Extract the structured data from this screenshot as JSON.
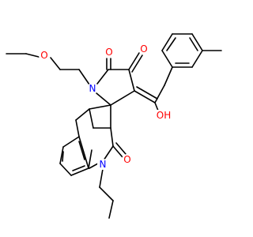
{
  "colors": {
    "bond": "#000000",
    "carbon": "#000000",
    "oxygen": "#ff0000",
    "nitrogen": "#0000ff",
    "background": "#ffffff"
  },
  "atoms": [
    {
      "id": "O_methoxy",
      "label": "O",
      "element": "oxygen",
      "name": "methoxy-oxygen-atom"
    },
    {
      "id": "O_c1",
      "label": "O",
      "element": "oxygen",
      "name": "pyrrolidine-carbonyl-oxygen-1"
    },
    {
      "id": "O_c2",
      "label": "O",
      "element": "oxygen",
      "name": "pyrrolidine-carbonyl-oxygen-2"
    },
    {
      "id": "N1",
      "label": "N",
      "element": "nitrogen",
      "name": "pyrrolidine-nitrogen-atom"
    },
    {
      "id": "OH",
      "label": "OH",
      "element": "oxygen",
      "name": "hydroxyl-group"
    },
    {
      "id": "O_ind",
      "label": "O",
      "element": "oxygen",
      "name": "indolinone-carbonyl-oxygen"
    },
    {
      "id": "N_ind",
      "label": "N",
      "element": "nitrogen",
      "name": "indolinone-nitrogen-atom"
    }
  ]
}
